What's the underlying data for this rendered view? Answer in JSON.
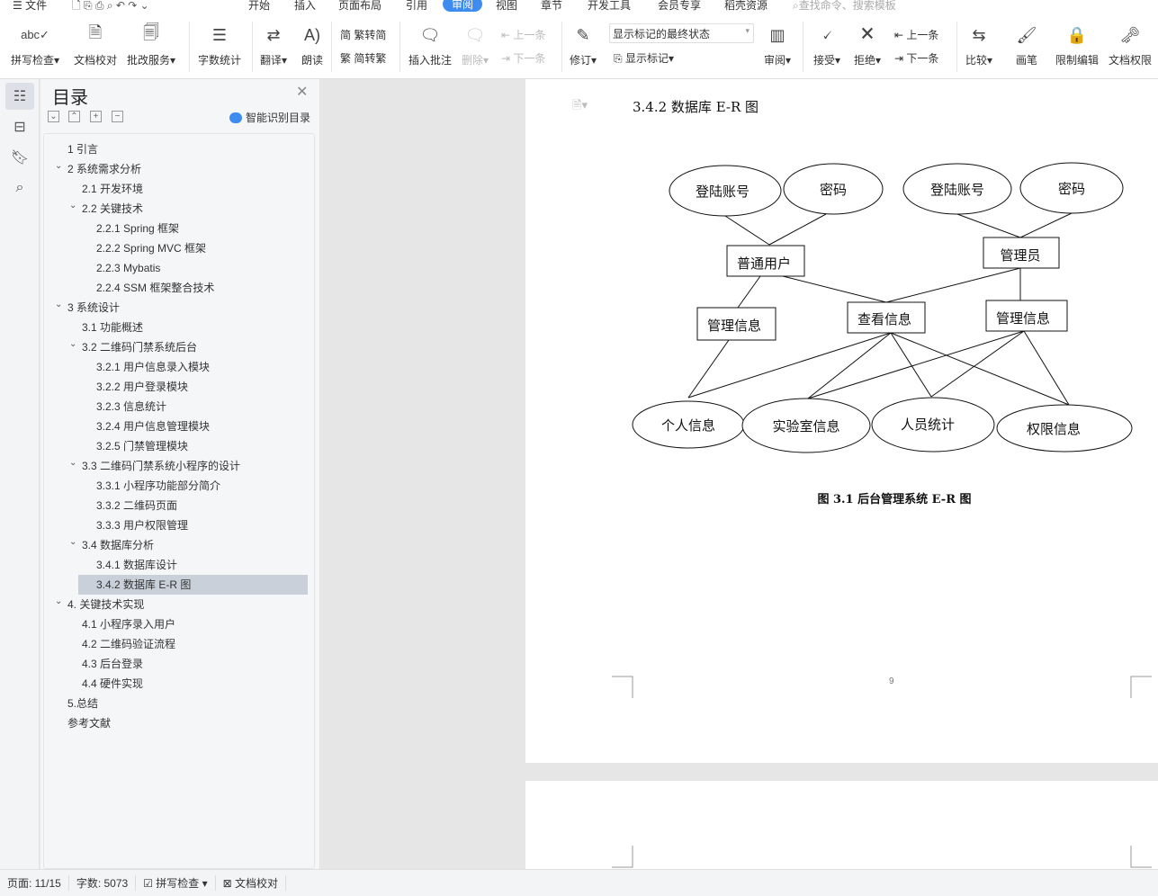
{
  "menu": {
    "file": "文件",
    "tabs": [
      "开始",
      "插入",
      "页面布局",
      "引用",
      "审阅",
      "视图",
      "章节",
      "开发工具",
      "会员专享",
      "稻壳资源"
    ],
    "active_tab": "审阅",
    "search_placeholder": "查找命令、搜索模板"
  },
  "ribbon": {
    "spell_check": "拼写检查",
    "doc_proof": "文档校对",
    "review_service": "批改服务",
    "word_count": "字数统计",
    "translate": "翻译",
    "read_aloud": "朗读",
    "trad_to_simp": "繁转简",
    "simp_to_trad": "简转繁",
    "insert_comment": "插入批注",
    "delete": "删除",
    "prev_comment": "上一条",
    "next_comment": "下一条",
    "track_changes": "修订",
    "markup_select": "显示标记的最终状态",
    "show_markup": "显示标记",
    "review_pane": "审阅",
    "accept": "接受",
    "reject": "拒绝",
    "prev_change": "上一条",
    "next_change": "下一条",
    "compare": "比较",
    "ink": "画笔",
    "restrict_edit": "限制编辑",
    "doc_permission": "文档权限"
  },
  "toc": {
    "title": "目录",
    "smart": "智能识别目录",
    "items": [
      {
        "label": "1  引言",
        "level": 0,
        "exp": false
      },
      {
        "label": "2  系统需求分析",
        "level": 0,
        "exp": true
      },
      {
        "label": "2.1 开发环境",
        "level": 1,
        "exp": false
      },
      {
        "label": "2.2 关键技术",
        "level": 1,
        "exp": true
      },
      {
        "label": "2.2.1 Spring  框架",
        "level": 2,
        "exp": false
      },
      {
        "label": "2.2.2 Spring MVC  框架",
        "level": 2,
        "exp": false
      },
      {
        "label": "2.2.3 Mybatis",
        "level": 2,
        "exp": false
      },
      {
        "label": "2.2.4 SSM  框架整合技术",
        "level": 2,
        "exp": false
      },
      {
        "label": "3  系统设计",
        "level": 0,
        "exp": true
      },
      {
        "label": "3.1  功能概述",
        "level": 1,
        "exp": false
      },
      {
        "label": "3.2  二维码门禁系统后台",
        "level": 1,
        "exp": true
      },
      {
        "label": "3.2.1  用户信息录入模块",
        "level": 2,
        "exp": false
      },
      {
        "label": "3.2.2  用户登录模块",
        "level": 2,
        "exp": false
      },
      {
        "label": "3.2.3  信息统计",
        "level": 2,
        "exp": false
      },
      {
        "label": "3.2.4  用户信息管理模块",
        "level": 2,
        "exp": false
      },
      {
        "label": "3.2.5  门禁管理模块",
        "level": 2,
        "exp": false
      },
      {
        "label": "3.3  二维码门禁系统小程序的设计",
        "level": 1,
        "exp": true
      },
      {
        "label": "3.3.1  小程序功能部分简介",
        "level": 2,
        "exp": false
      },
      {
        "label": "3.3.2  二维码页面",
        "level": 2,
        "exp": false
      },
      {
        "label": "3.3.3  用户权限管理",
        "level": 2,
        "exp": false
      },
      {
        "label": "3.4    数据库分析",
        "level": 1,
        "exp": true
      },
      {
        "label": "3.4.1  数据库设计",
        "level": 2,
        "exp": false
      },
      {
        "label": "3.4.2  数据库 E-R 图",
        "level": 2,
        "exp": false,
        "selected": true
      },
      {
        "label": "4.  关键技术实现",
        "level": 0,
        "exp": true
      },
      {
        "label": "4.1  小程序录入用户",
        "level": 1,
        "exp": false
      },
      {
        "label": "4.2  二维码验证流程",
        "level": 1,
        "exp": false
      },
      {
        "label": "4.3  后台登录",
        "level": 1,
        "exp": false
      },
      {
        "label": "4.4  硬件实现",
        "level": 1,
        "exp": false
      },
      {
        "label": "5.总结",
        "level": 0,
        "exp": false
      },
      {
        "label": "参考文献",
        "level": 0,
        "exp": false
      }
    ]
  },
  "document": {
    "heading": "3.4.2  数据库 E-R 图",
    "caption": "图 3.1  后台管理系统 E-R 图",
    "page_number": "9",
    "er": {
      "attr_login1": "登陆账号",
      "attr_pwd1": "密码",
      "attr_login2": "登陆账号",
      "attr_pwd2": "密码",
      "user": "普通用户",
      "admin": "管理员",
      "manage1": "管理信息",
      "view": "查看信息",
      "manage2": "管理信息",
      "personal": "个人信息",
      "lab": "实验室信息",
      "stats": "人员统计",
      "perm": "权限信息"
    }
  },
  "status": {
    "page": "页面: 11/15",
    "words": "字数: 5073",
    "spell": "拼写检查",
    "proof": "文档校对"
  }
}
